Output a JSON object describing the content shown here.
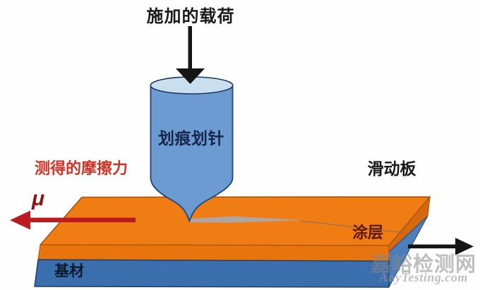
{
  "diagram": {
    "subject": "scratch-test-schematic",
    "labels": {
      "applied_load": "施加的载荷",
      "stylus": "划痕划针",
      "measured_friction": "测得的摩擦力",
      "mu_symbol": "μ",
      "sliding_plate": "滑动板",
      "coating": "涂层",
      "substrate": "基材"
    },
    "icons": {
      "load_arrow": "arrow-down",
      "friction_arrow": "arrow-left",
      "slide_arrow": "arrow-right"
    },
    "colors": {
      "background": "#fefefe",
      "coating_top": "#F07D14",
      "coating_front": "#E8740D",
      "coating_edge": "#D6690E",
      "substrate_front": "#3B6EAD",
      "substrate_side": "#4C7EBC",
      "stylus_body": "#6C9BD1",
      "stylus_top": "#C9DFF0",
      "scratch_gray": "#A5ABB3",
      "black_arrow": "#151515",
      "friction_arrow_red": "#BB1B20",
      "friction_text_red": "#D23128",
      "mu_red": "#8C1417",
      "coating_text": "#5E170B",
      "substrate_text": "#0D1B2E",
      "stylus_text": "#16254C",
      "watermark_gray": "#888888"
    }
  },
  "watermark": {
    "line1": "嘉峪检测网",
    "line2": "AnyTesting.com"
  }
}
